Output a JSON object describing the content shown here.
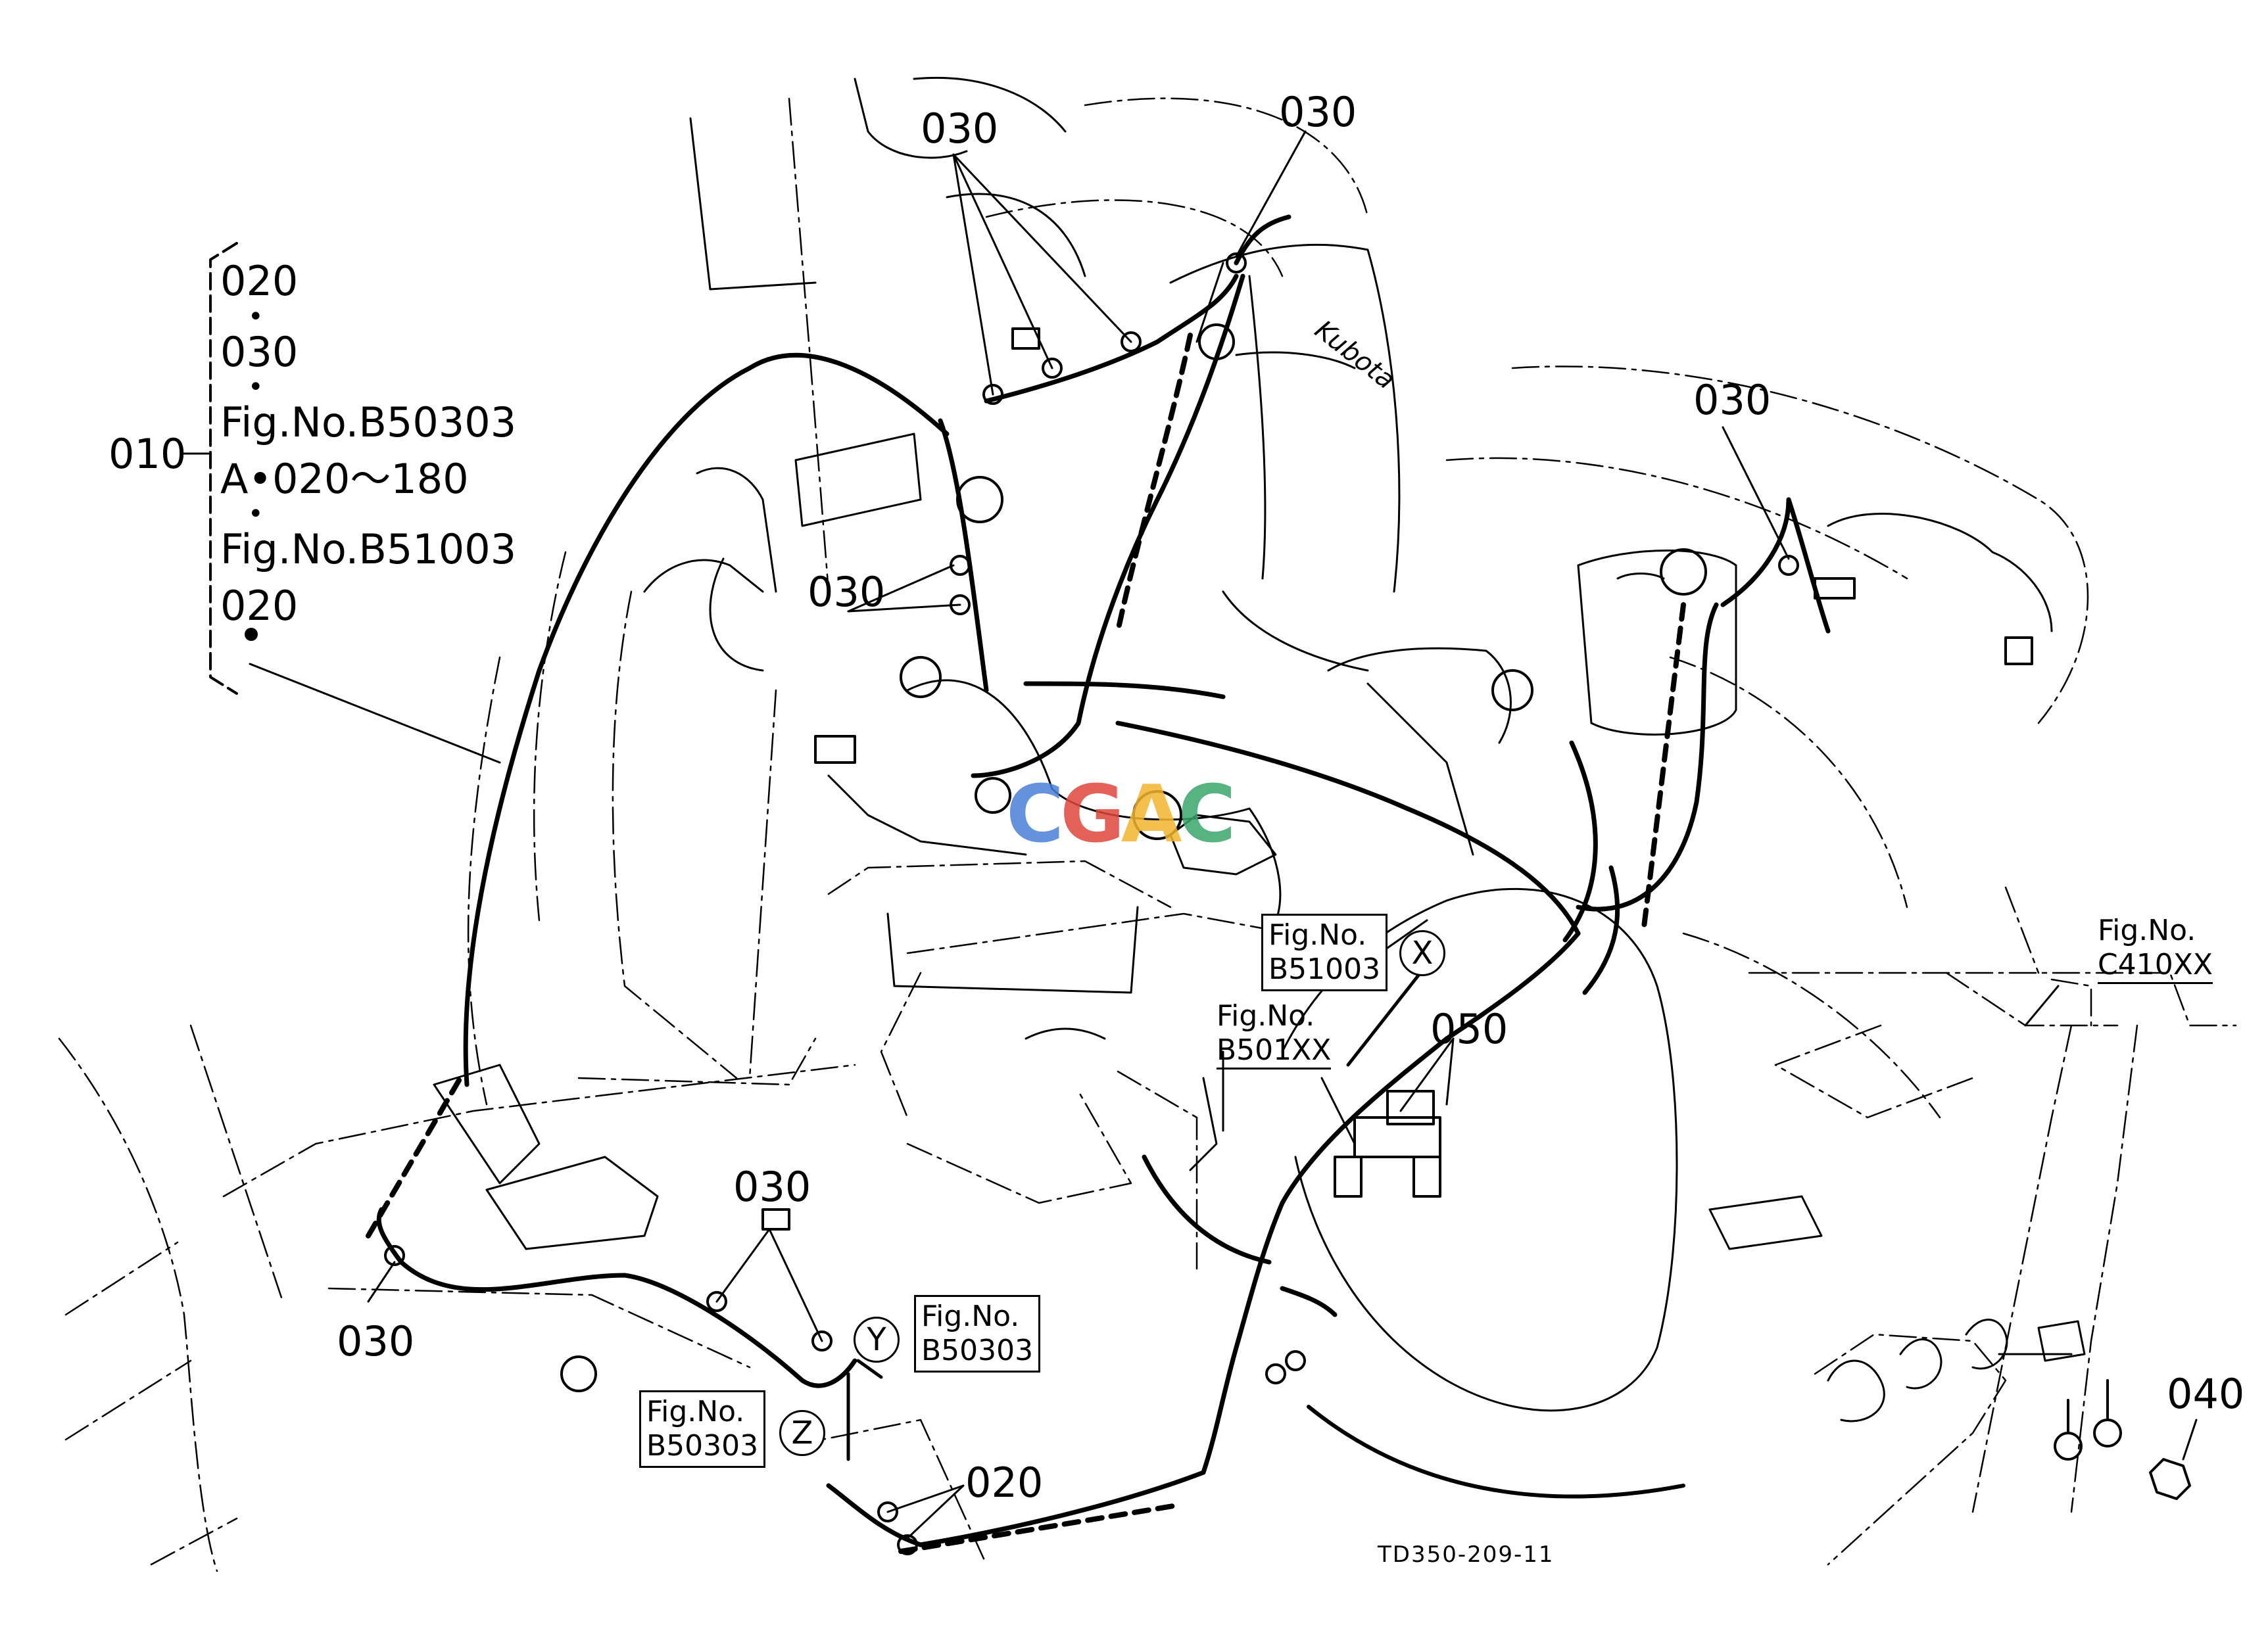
{
  "callouts": {
    "c030_top_left": "030",
    "c030_top_right": "030",
    "c030_right_panel": "030",
    "c030_mid": "030",
    "c030_floor": "030",
    "c030_bottom_left": "030",
    "c020_bottom": "020",
    "c050": "050",
    "c040": "040"
  },
  "legend": {
    "item_number": "010",
    "lines": [
      "020",
      "030",
      "Fig.No.B50303",
      "A•020～180",
      "Fig.No.B51003",
      "020"
    ],
    "separator": "•"
  },
  "references": {
    "x": {
      "line1": "Fig.No.",
      "line2": "B51003",
      "letter": "X"
    },
    "y": {
      "line1": "Fig.No.",
      "line2": "B50303",
      "letter": "Y"
    },
    "z": {
      "line1": "Fig.No.",
      "line2": "B50303",
      "letter": "Z"
    },
    "b501": {
      "line1": "Fig.No.",
      "line2": "B501XX"
    },
    "c410": {
      "line1": "Fig.No.",
      "line2": "C410XX"
    }
  },
  "figure_id": "TD350-209-11",
  "seat_brand": "Kubota",
  "watermark": {
    "text": "CGAC",
    "colors": [
      "#4a7fd6",
      "#e0463a",
      "#f2b630",
      "#3aa66b"
    ]
  }
}
